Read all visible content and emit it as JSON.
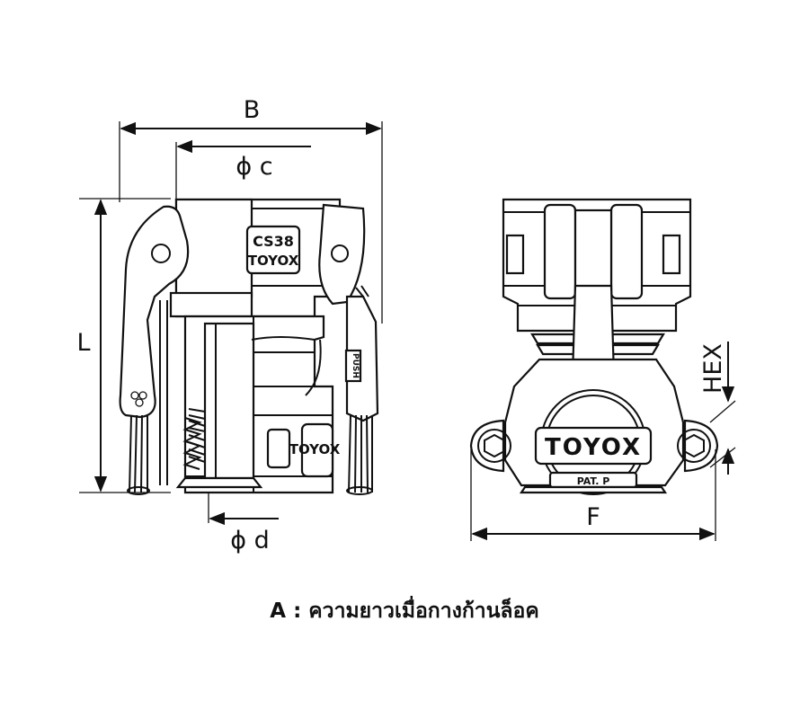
{
  "labels": {
    "B": "B",
    "phi_c": "ϕ c",
    "L": "L",
    "phi_d": "ϕ d",
    "HEX": "HEX",
    "F": "F"
  },
  "markings": {
    "model": "CS38",
    "brand_side": "TOYOX",
    "brand_front": "TOYOX",
    "push": "PUSH",
    "patent": "PAT. P"
  },
  "caption": "A : ความยาวเมื่อกางก้านล็อค"
}
